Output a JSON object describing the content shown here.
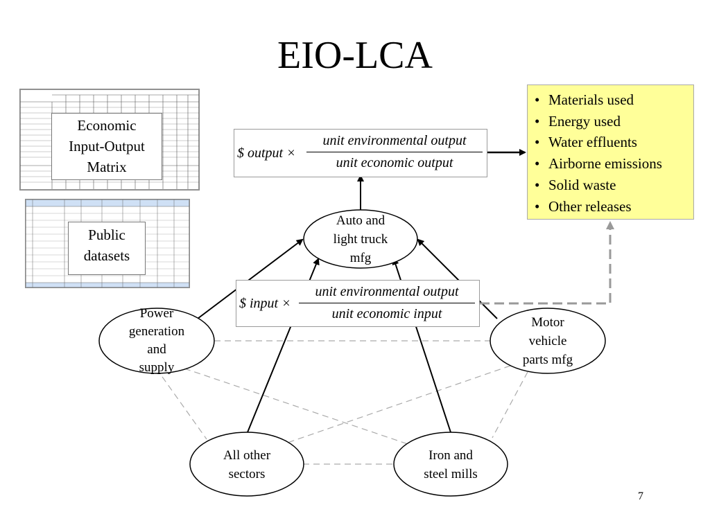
{
  "slide": {
    "title": "EIO-LCA",
    "page_number": "7"
  },
  "thumbnails": {
    "matrix_label": [
      "Economic",
      "Input-Output",
      "Matrix"
    ],
    "datasets_label": [
      "Public",
      "datasets"
    ]
  },
  "formulas": {
    "output": {
      "lhs": "$ output ×",
      "numerator": "unit environmental output",
      "denominator": "unit economic output"
    },
    "input": {
      "lhs": "$ input ×",
      "numerator": "unit environmental output",
      "denominator": "unit economic input"
    }
  },
  "nodes": {
    "auto": [
      "Auto and",
      "light truck",
      "mfg"
    ],
    "power": [
      "Power",
      "generation",
      "and",
      "supply"
    ],
    "motor": [
      "Motor",
      "vehicle",
      "parts mfg"
    ],
    "other": [
      "All other",
      "sectors"
    ],
    "iron": [
      "Iron and",
      "steel mills"
    ]
  },
  "releases": [
    "Materials used",
    "Energy used",
    "Water effluents",
    "Airborne emissions",
    "Solid waste",
    "Other releases"
  ],
  "colors": {
    "bullet_box": "#ffff99",
    "dashed_links": "#aaaaaa",
    "dashed_arrow": "#999999"
  }
}
